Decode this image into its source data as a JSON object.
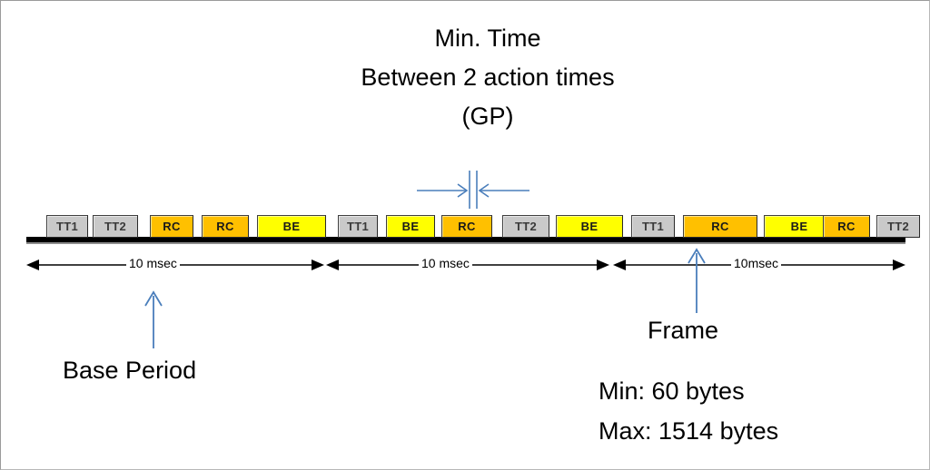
{
  "diagram": {
    "title_lines": [
      "Min. Time",
      "Between 2 action times",
      "(GP)"
    ],
    "timeline": {
      "segments": [
        {
          "duration_label": "10 msec",
          "blocks": [
            {
              "label": "TT1",
              "type": "tt"
            },
            {
              "label": "TT2",
              "type": "tt"
            },
            {
              "label": "RC",
              "type": "rc"
            },
            {
              "label": "RC",
              "type": "rc"
            },
            {
              "label": "BE",
              "type": "be"
            }
          ]
        },
        {
          "duration_label": "10 msec",
          "blocks": [
            {
              "label": "TT1",
              "type": "tt"
            },
            {
              "label": "BE",
              "type": "be"
            },
            {
              "label": "RC",
              "type": "rc"
            },
            {
              "label": "TT2",
              "type": "tt"
            },
            {
              "label": "BE",
              "type": "be"
            }
          ]
        },
        {
          "duration_label": "10msec",
          "blocks": [
            {
              "label": "TT1",
              "type": "tt"
            },
            {
              "label": "RC",
              "type": "rc"
            },
            {
              "label": "BE",
              "type": "be"
            },
            {
              "label": "RC",
              "type": "rc"
            },
            {
              "label": "TT2",
              "type": "tt"
            }
          ]
        }
      ]
    },
    "annotations": {
      "base_period": "Base Period",
      "frame": "Frame",
      "frame_min": "Min: 60 bytes",
      "frame_max": "Max: 1514 bytes"
    },
    "colors": {
      "tt_block": "#c9c9c9",
      "rc_block": "#ffc000",
      "be_block": "#ffff00",
      "block_border": "#3f3f3f",
      "baseline": "#000000",
      "callout_arrow": "#4a7ebb",
      "text": "#000000",
      "background": "#ffffff"
    }
  }
}
